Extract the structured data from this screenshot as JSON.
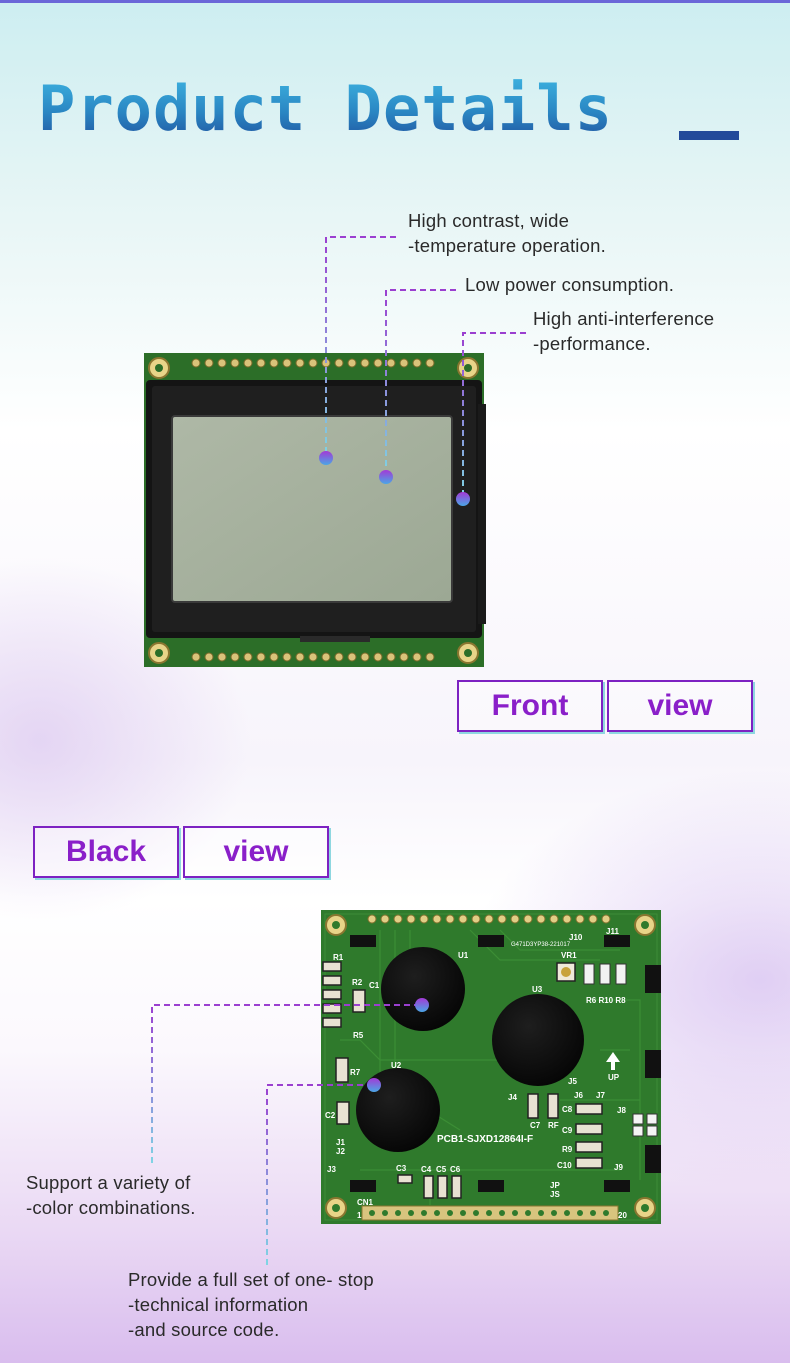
{
  "header": {
    "title": "Product Details"
  },
  "front": {
    "callouts": [
      {
        "lines": [
          "High contrast, wide",
          "-temperature operation."
        ]
      },
      {
        "lines": [
          "Low power consumption."
        ]
      },
      {
        "lines": [
          "High anti-interference",
          "-performance."
        ]
      }
    ],
    "tag": {
      "word1": "Front",
      "word2": "view"
    }
  },
  "back": {
    "tag": {
      "word1": "Black",
      "word2": "view"
    },
    "callouts": [
      {
        "lines": [
          "Support a variety of",
          "-color combinations."
        ]
      },
      {
        "lines": [
          "Provide a full set of one- stop",
          "-technical information",
          "-and source code."
        ]
      }
    ],
    "pcb_text": {
      "part_number": "PCB1-SJXD12864I-F",
      "date_code": "G471D3YP38-221017",
      "u1": "U1",
      "u2": "U2",
      "u3": "U3",
      "vr1": "VR1",
      "j10": "J10",
      "j11": "J11",
      "r1": "R1",
      "r2": "R2",
      "r5": "R5",
      "r7": "R7",
      "c1": "C1",
      "c2": "C2",
      "c3": "C3",
      "c4": "C4",
      "c5": "C5",
      "c6": "C6",
      "c7": "C7",
      "c8": "C8",
      "c9": "C9",
      "c10": "C10",
      "rf": "RF",
      "r9": "R9",
      "r6r10r8": "R6 R10 R8",
      "j1": "J1",
      "j2": "J2",
      "j3": "J3",
      "j4": "J4",
      "j5": "J5",
      "j6": "J6",
      "j7": "J7",
      "j8": "J8",
      "j9": "J9",
      "cn1": "CN1",
      "jp": "JP",
      "js": "JS",
      "up": "UP",
      "pin1": "1",
      "pin20": "20"
    }
  },
  "colors": {
    "accent": "#8a1fc9",
    "leader": "#9b3fd0",
    "title_blue": "#2a86c3",
    "pcb_green": "#2f7a2c"
  }
}
